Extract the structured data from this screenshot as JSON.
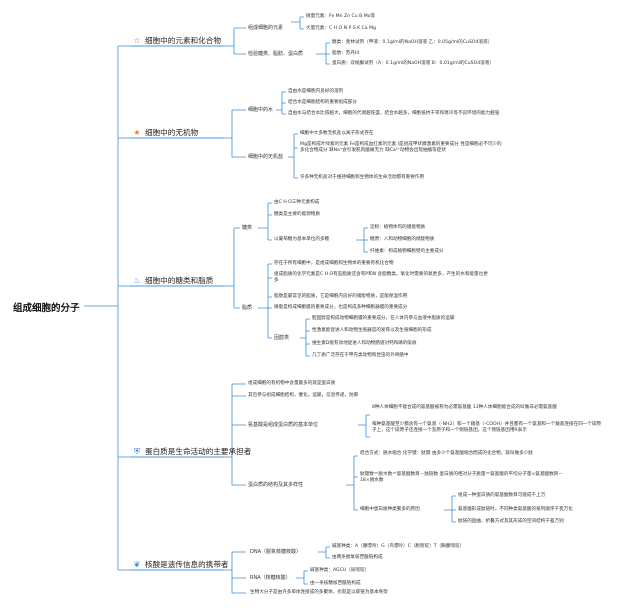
{
  "root": "组成细胞的分子",
  "colors": {
    "line": "#3d8fd6",
    "star_outline": "#e0605a",
    "star_filled": "#ea7f3a",
    "flame": "#3f86d8",
    "shield": "#2f7fd0",
    "leaf": "#3a86d6"
  },
  "branches": [
    {
      "icon": "star-outline-icon",
      "title": "细胞中的元素和化合物",
      "items": {
        "elements": "组成细胞的元素",
        "trace": "微量元素：Fe Mn Zn Cu B Mo等",
        "major": "大量元素：C H O N P S K Ca Mg",
        "detect": "检验糖类、脂肪、蛋白质",
        "sugar": "糖类：斐林试剂（甲液：0.1g/ml的NaOH溶液 乙：0.05g/ml的CuSO4溶液）",
        "fat": "脂肪：苏丹III",
        "protein": "蛋白质：双缩脲试剂（A：0.1g/ml的NaOH溶液 B：0.01g/ml的CuSO4溶液）"
      }
    },
    {
      "icon": "star-filled-icon",
      "title": "细胞中的无机物",
      "items": {
        "water": "细胞中的水",
        "w1": "自由水是细胞内良好的溶剂",
        "w2": "结合水是细胞结构的重要组成部分",
        "w3": "自由水与结合水比值越大，细胞的代谢越旺盛，结合水越多，细胞抵抗干旱和寒冷等不良环境的能力越强",
        "salt": "细胞中的无机盐",
        "s1": "细胞中大多数无机盐以离子形式存在",
        "s2": "Mg是构成叶绿素的元素 Fe是构成血红素的元素 I是组成甲状腺激素的重要成分 性是细胞必不可少的多化合物成分 缺Na⁺会引发肌肉酸痛无力 缺Ca²⁺动物会出现抽搐等症状",
        "s3": "许多种无机盐对于维持细胞和生物体的生命活动都有重要作用"
      }
    },
    {
      "icon": "flame-icon",
      "title": "细胞中的糖类和脂质",
      "items": {
        "carb": "糖类",
        "c1": "由C H O三种元素构成",
        "c2": "糖类是主要的能源物质",
        "c3": "以葡萄糖为基本单位的多糖",
        "c3a": "淀粉：植物体内的储能物质",
        "c3b": "糖原：人和动物细胞的储能物质",
        "c3c": "纤维素：构成植物细胞壁的主要成分",
        "lipid": "脂质",
        "l1": "存在于所有细胞中，是组成细胞和生物体的重要有机化合物",
        "l2": "组成脂质的化学元素是C H O有些脂质还含有P和N 含脂糖类，氧化时需要的氧更多，产生的水和能量也更多",
        "l3": "脂肪是最常见的脂质，它是细胞内良好的储能物质，是能保温作用",
        "l4": "磷脂是构成细胞膜的重要成分，也是构成多种细胞器膜的重要成分",
        "sterol": "固醇类",
        "st1": "胆固醇是构成动物细胞膜的重要成分，在人体内参与血液中脂质的运输",
        "st2": "性激素能促进人和动物生殖器官的发育以及生殖细胞的形成",
        "st3": "维生素D能有效地促进人和动物肠道对钙和磷的吸收",
        "st4": "几丁质广泛存在于甲壳类动物和昆虫的外骨骼中"
      }
    },
    {
      "icon": "shield-icon",
      "title": "蛋白质是生命活动的主要承担者",
      "items": {
        "p1": "组成细胞的有机物中含量最多的就是蛋白质",
        "p2": "其包参与组成细胞结构，催化，运输，信息传递，防御",
        "amino": "氨基酸是组成蛋白质的基本单位",
        "a1": "8种人体细胞不能合成的氨基酸被称为必需氨基酸 13种人体细胞能合成的叫做非必需氨基酸",
        "a2": "每种氨基酸至少都含有一个氨基（-NH2）和一个羧基（-COOH）并且都有一个氨基和一个羧基连接在同一个碳原子上，这个碳原子还连接一个氢原子和一个侧链基团，这个侧链基团用R表示",
        "struct": "蛋白质的结构及其多样性",
        "b1": "结合方式：脱水缩合 化学键：肽键 由多少个氨基酸缩合而成的化合物，就叫做多少肽",
        "b2": "肽键数＝脱水数＝氨基酸数目－肽链数 蛋白质的相对分子质量＝氨基酸的平均分子量×氨基酸数目－18×脱水数",
        "div": "细胞中蛋白质种类繁多的原因",
        "d1": "组成一种蛋白质的氨基酸数目可能成千上万",
        "d2": "氨基酸形成肽链时，不同种类氨基酸的排列顺序千变万化",
        "d3": "肽链的盘曲、折叠方式及其形成的空间结构千差万别"
      }
    },
    {
      "icon": "leaf-icon",
      "title": "核酸是遗传信息的携带者",
      "items": {
        "dna": "DNA（脱氧核糖核酸）",
        "dna1": "碱基种类：A（腺嘌呤）G（鸟嘌呤）C（胞嘧啶）T（胸腺嘧啶）",
        "dna2": "由两条脱氧核苷酸链构成",
        "rna": "RNA（核糖核酸）",
        "rna1": "碱基种类：AGCU（尿嘧啶）",
        "rna2": "由一条核糖核苷酸链构成",
        "n3": "生物大分子是由许多单体连接成的多聚体，也就是以碳链为基本骨架"
      }
    }
  ]
}
